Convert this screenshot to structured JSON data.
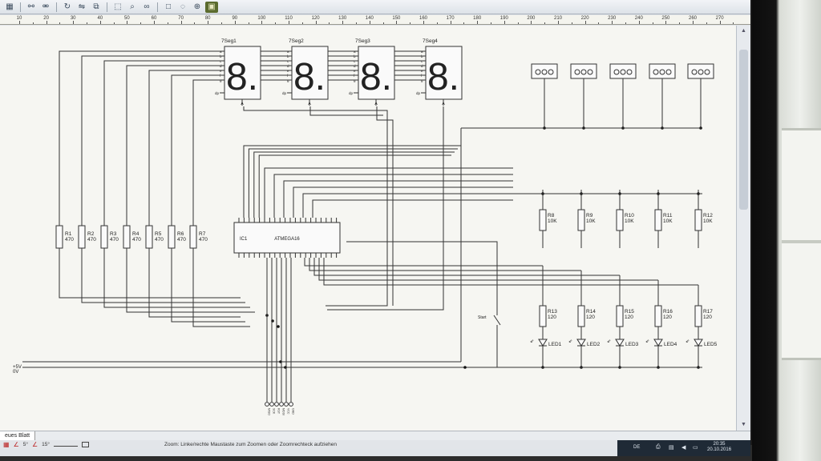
{
  "toolbar": {
    "icons": [
      "grid-icon",
      "link-icon",
      "unlink-icon",
      "rotate-icon",
      "mirror-icon",
      "copy-icon",
      "select-icon",
      "zoom-icon",
      "binoculars-icon",
      "rectangle-icon",
      "lasso-icon",
      "magnifier-icon",
      "image-icon"
    ]
  },
  "ruler": {
    "labels": [
      "10",
      "20",
      "30",
      "40",
      "50",
      "60",
      "70",
      "80",
      "90",
      "100",
      "110",
      "120",
      "130",
      "140",
      "150",
      "160",
      "170",
      "180",
      "190",
      "200",
      "210",
      "220",
      "230",
      "240",
      "250",
      "260",
      "270"
    ]
  },
  "schematic": {
    "displays": [
      {
        "label": "7Seg1",
        "digit": "8.",
        "pin_a": "A"
      },
      {
        "label": "7Seg2",
        "digit": "8.",
        "pin_a": "A"
      },
      {
        "label": "7Seg3",
        "digit": "8.",
        "pin_a": "A"
      },
      {
        "label": "7Seg4",
        "digit": "8.",
        "pin_a": "A"
      }
    ],
    "segment_pins": [
      "a",
      "b",
      "c",
      "d",
      "e",
      "f",
      "g"
    ],
    "dp_label": "dp",
    "resistors_left": [
      {
        "name": "R1",
        "value": "470"
      },
      {
        "name": "R2",
        "value": "470"
      },
      {
        "name": "R3",
        "value": "470"
      },
      {
        "name": "R4",
        "value": "470"
      },
      {
        "name": "R5",
        "value": "470"
      },
      {
        "name": "R6",
        "value": "470"
      },
      {
        "name": "R7",
        "value": "470"
      }
    ],
    "ic": {
      "name": "ATMEGA16",
      "ref": "IC1"
    },
    "pull_resistors": [
      {
        "name": "R8",
        "value": "10K"
      },
      {
        "name": "R9",
        "value": "10K"
      },
      {
        "name": "R10",
        "value": "10K"
      },
      {
        "name": "R11",
        "value": "10K"
      },
      {
        "name": "R12",
        "value": "10K"
      }
    ],
    "led_resistors": [
      {
        "name": "R13",
        "value": "120"
      },
      {
        "name": "R14",
        "value": "120"
      },
      {
        "name": "R15",
        "value": "120"
      },
      {
        "name": "R16",
        "value": "120"
      },
      {
        "name": "R17",
        "value": "120"
      }
    ],
    "leds": [
      "LED1",
      "LED2",
      "LED3",
      "LED4",
      "LED5"
    ],
    "start_switch": "Start",
    "rails": [
      "+5V",
      "0V"
    ]
  },
  "sheet_tab": "eues Blatt",
  "status": {
    "angle1": "5°",
    "angle2": "15°",
    "hint": "Zoom: Linke/rechte Maustaste zum Zoomen oder Zoomrechteck aufziehen"
  },
  "taskbar": {
    "lang": "DE",
    "time": "20:35",
    "date": "20.10.2016"
  }
}
